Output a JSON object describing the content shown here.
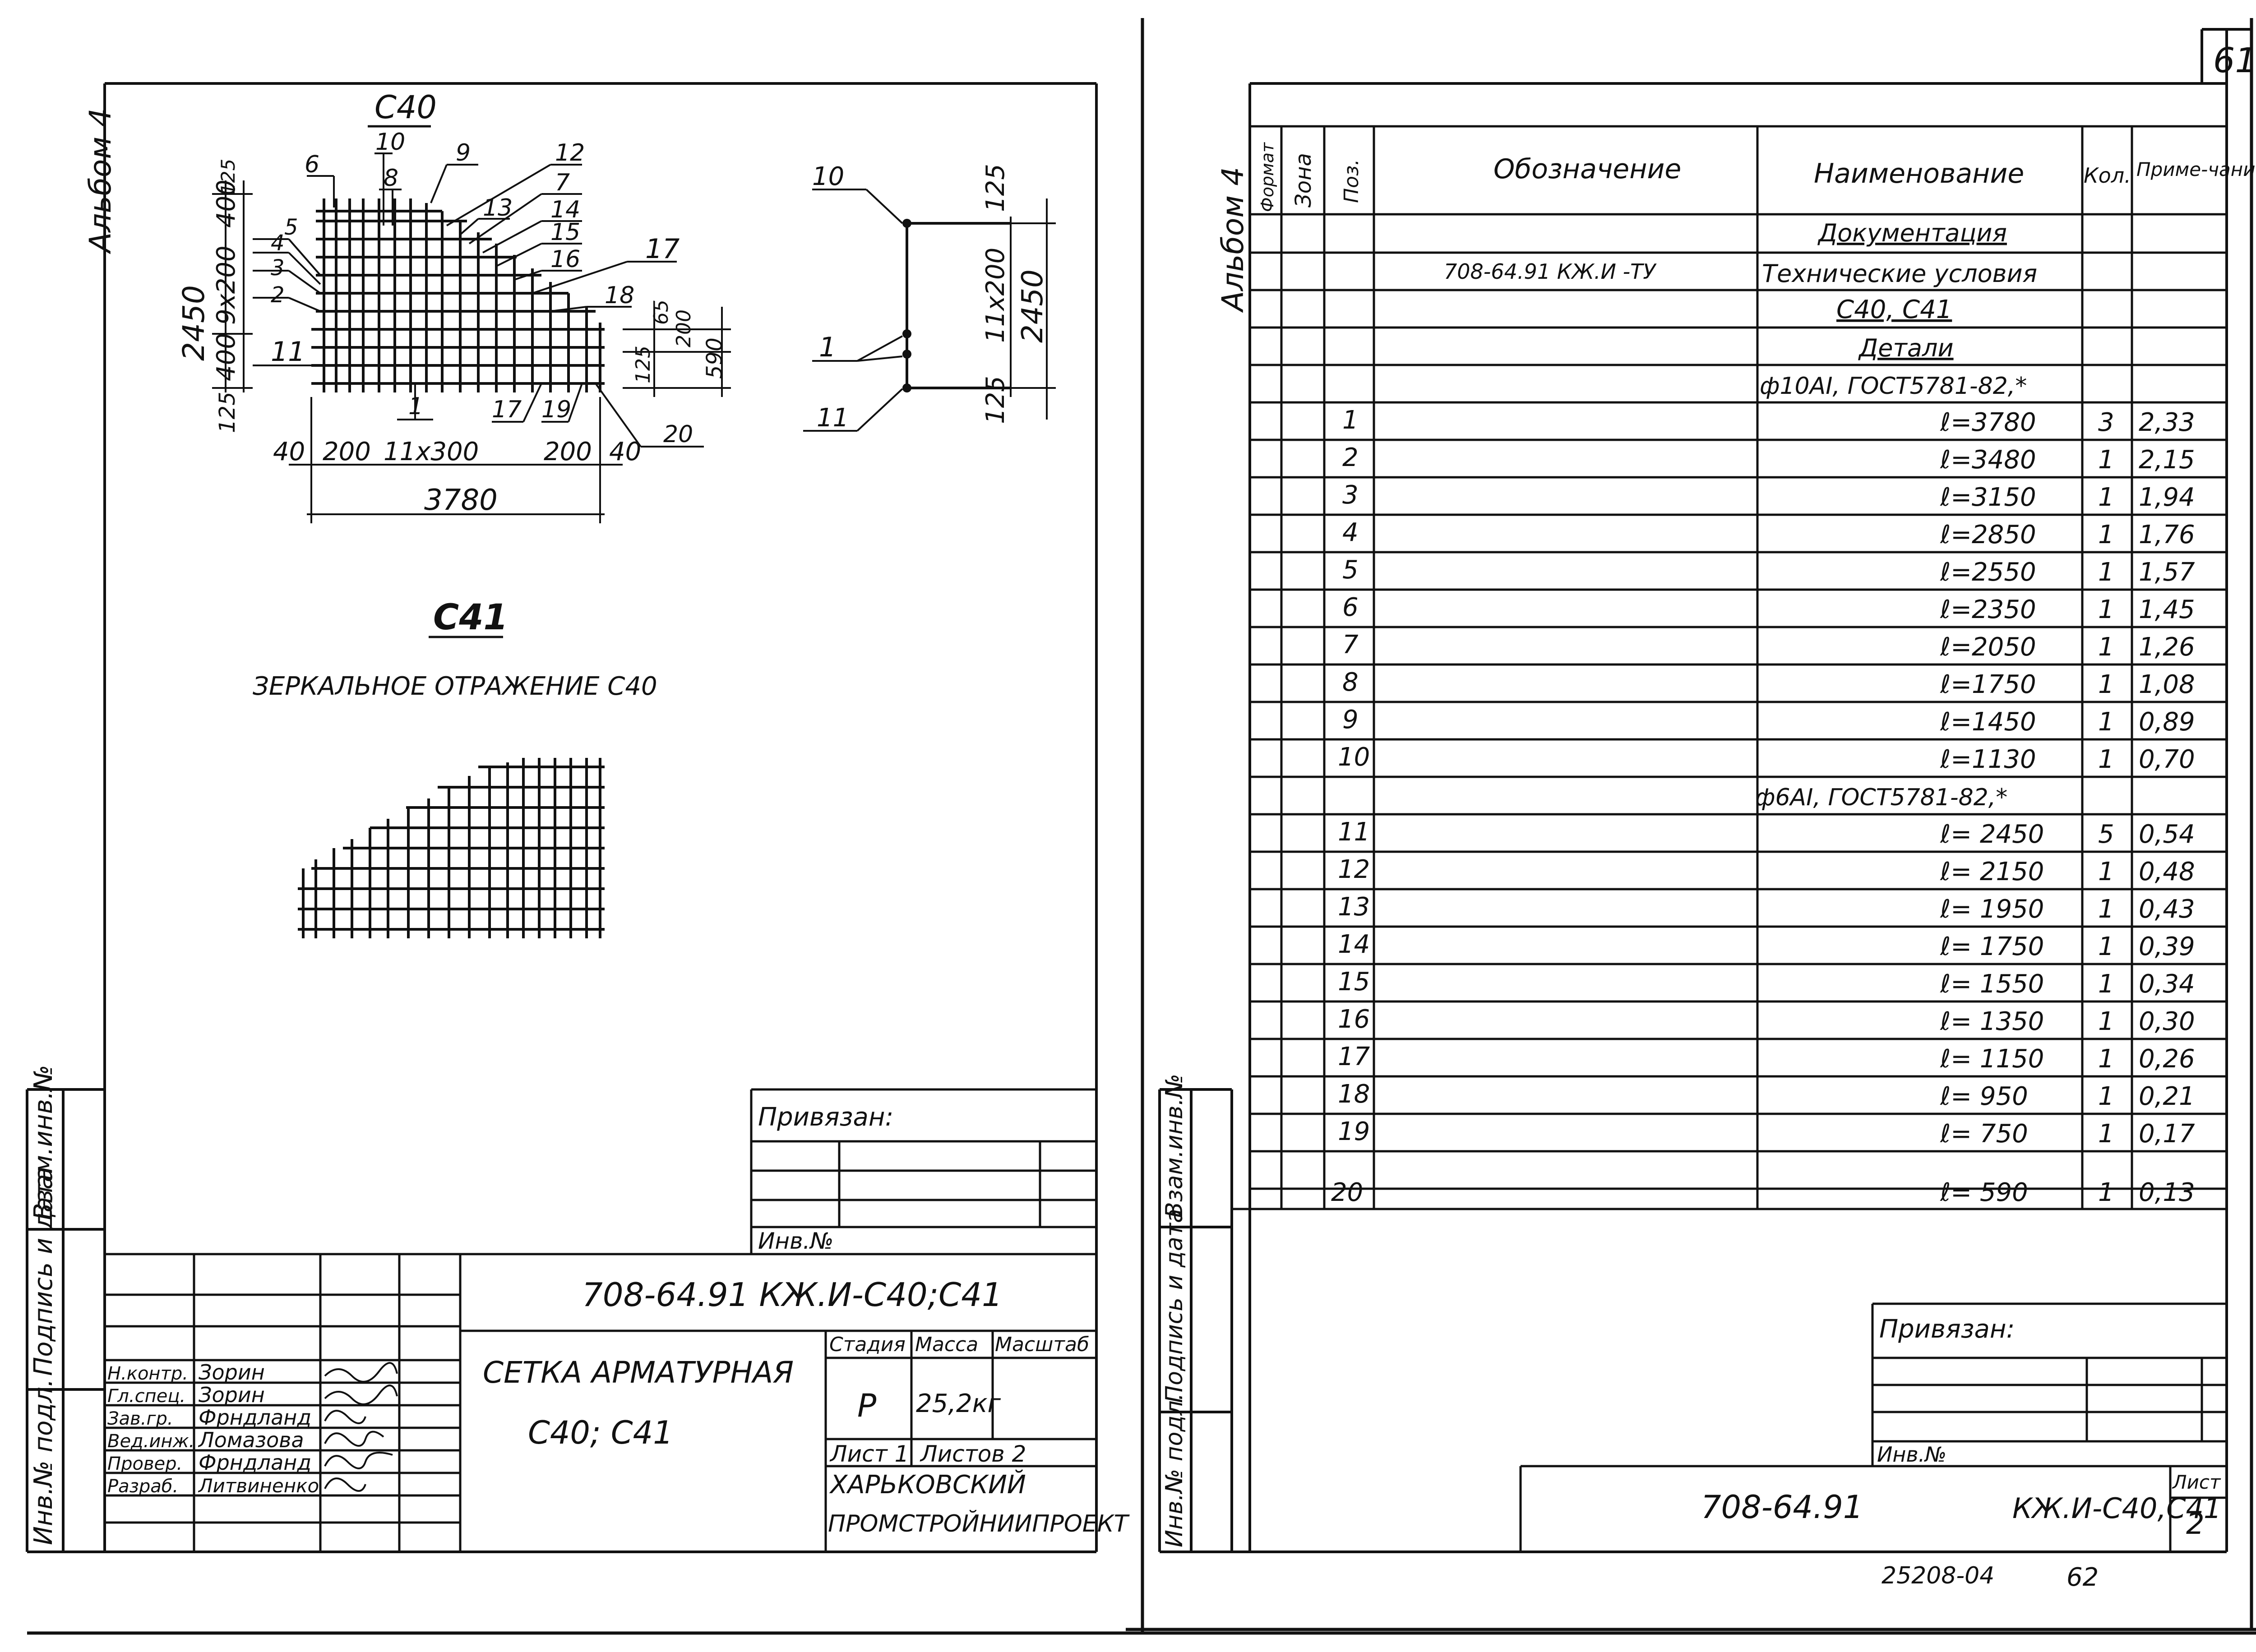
{
  "page_number": "61",
  "album_label": "Альбом 4",
  "left": {
    "mesh_c40_label": "С40",
    "mesh_c41_label": "С41",
    "mirror_note": "ЗЕРКАЛЬНОЕ ОТРАЖЕНИЕ С40",
    "dim_total_height": "2450",
    "dim_9x200": "9x200",
    "dim_400_a": "400",
    "dim_400_b": "400",
    "dim_125_top": "125",
    "dim_125_bot": "125",
    "dim_40_left": "40",
    "dim_200_left": "200",
    "dim_11x300": "11x300",
    "dim_200_right": "200",
    "dim_40_right": "40",
    "dim_3780": "3780",
    "dim_65": "65",
    "dim_200_r1": "200",
    "dim_125_r": "125",
    "dim_590": "590",
    "section_125_top": "125",
    "section_11x200": "11x200",
    "section_2450": "2450",
    "section_125_bot": "125",
    "pos_labels": [
      "6",
      "10",
      "8",
      "9",
      "12",
      "13",
      "7",
      "14",
      "15",
      "16",
      "17",
      "18",
      "5",
      "4",
      "3",
      "2",
      "11",
      "1",
      "17",
      "19",
      "20"
    ],
    "section_pos_labels": [
      "10",
      "1",
      "11"
    ],
    "privyazan": "Привязан:",
    "inv_no": "Инв.№",
    "doc_code": "708-64.91 КЖ.И-С40;С41",
    "title_line1": "СЕТКА АРМАТУРНАЯ",
    "title_line2": "С40; С41",
    "stadiya_label": "Стадия",
    "massa_label": "Масса",
    "masshtab_label": "Масштаб",
    "stadiya_value": "Р",
    "massa_value": "25,2кг",
    "list_label": "Лист 1",
    "listov_label": "Листов 2",
    "org_line1": "ХАРЬКОВСКИЙ",
    "org_line2": "ПРОМСТРОЙНИИПРОЕКТ",
    "staff": [
      {
        "role": "Н.контр.",
        "name": "Зорин"
      },
      {
        "role": "Гл.спец.",
        "name": "Зорин"
      },
      {
        "role": "Зав.гр.",
        "name": "Фрндланд"
      },
      {
        "role": "Вед.инж.",
        "name": "Ломазова"
      },
      {
        "role": "Провер.",
        "name": "Фрндланд"
      },
      {
        "role": "Разраб.",
        "name": "Литвиненко"
      }
    ],
    "side_stamps": [
      "Взам.инв.№",
      "Подпись и дата",
      "Инв.№ подл."
    ]
  },
  "right": {
    "headers": {
      "format": "Формат",
      "zone": "Зона",
      "pos": "Поз.",
      "designation": "Обозначение",
      "name": "Наименование",
      "qty": "Кол.",
      "note": "Приме-чание"
    },
    "section_docs": "Документация",
    "tu_designation": "708-64.91 КЖ.И -ТУ",
    "tu_name": "Технические условия",
    "group_name": "С40, С41",
    "section_details": "Детали",
    "steel1": "ф10АI, ГОСТ5781-82,*",
    "steel2": "ф6АI, ГОСТ5781-82,*",
    "rows1": [
      {
        "pos": "1",
        "len": "ℓ=3780",
        "qty": "3",
        "note": "2,33"
      },
      {
        "pos": "2",
        "len": "ℓ=3480",
        "qty": "1",
        "note": "2,15"
      },
      {
        "pos": "3",
        "len": "ℓ=3150",
        "qty": "1",
        "note": "1,94"
      },
      {
        "pos": "4",
        "len": "ℓ=2850",
        "qty": "1",
        "note": "1,76"
      },
      {
        "pos": "5",
        "len": "ℓ=2550",
        "qty": "1",
        "note": "1,57"
      },
      {
        "pos": "6",
        "len": "ℓ=2350",
        "qty": "1",
        "note": "1,45"
      },
      {
        "pos": "7",
        "len": "ℓ=2050",
        "qty": "1",
        "note": "1,26"
      },
      {
        "pos": "8",
        "len": "ℓ=1750",
        "qty": "1",
        "note": "1,08"
      },
      {
        "pos": "9",
        "len": "ℓ=1450",
        "qty": "1",
        "note": "0,89"
      },
      {
        "pos": "10",
        "len": "ℓ=1130",
        "qty": "1",
        "note": "0,70"
      }
    ],
    "rows2": [
      {
        "pos": "11",
        "len": "ℓ= 2450",
        "qty": "5",
        "note": "0,54"
      },
      {
        "pos": "12",
        "len": "ℓ= 2150",
        "qty": "1",
        "note": "0,48"
      },
      {
        "pos": "13",
        "len": "ℓ= 1950",
        "qty": "1",
        "note": "0,43"
      },
      {
        "pos": "14",
        "len": "ℓ= 1750",
        "qty": "1",
        "note": "0,39"
      },
      {
        "pos": "15",
        "len": "ℓ= 1550",
        "qty": "1",
        "note": "0,34"
      },
      {
        "pos": "16",
        "len": "ℓ= 1350",
        "qty": "1",
        "note": "0,30"
      },
      {
        "pos": "17",
        "len": "ℓ= 1150",
        "qty": "1",
        "note": "0,26"
      },
      {
        "pos": "18",
        "len": "ℓ= 950",
        "qty": "1",
        "note": "0,21"
      },
      {
        "pos": "19",
        "len": "ℓ= 750",
        "qty": "1",
        "note": "0,17"
      },
      {
        "pos": "20",
        "len": "ℓ= 590",
        "qty": "1",
        "note": "0,13"
      }
    ],
    "privyazan": "Привязан:",
    "inv_no": "Инв.№",
    "doc_code": "708-64.91",
    "doc_code2": "КЖ.И-С40,С41",
    "list_label": "Лист",
    "list_value": "2",
    "footer_code": "25208-04",
    "footer_page": "62",
    "side_stamps": [
      "Взам.инв.№",
      "Подпись и дата",
      "Инв.№ подл."
    ]
  }
}
